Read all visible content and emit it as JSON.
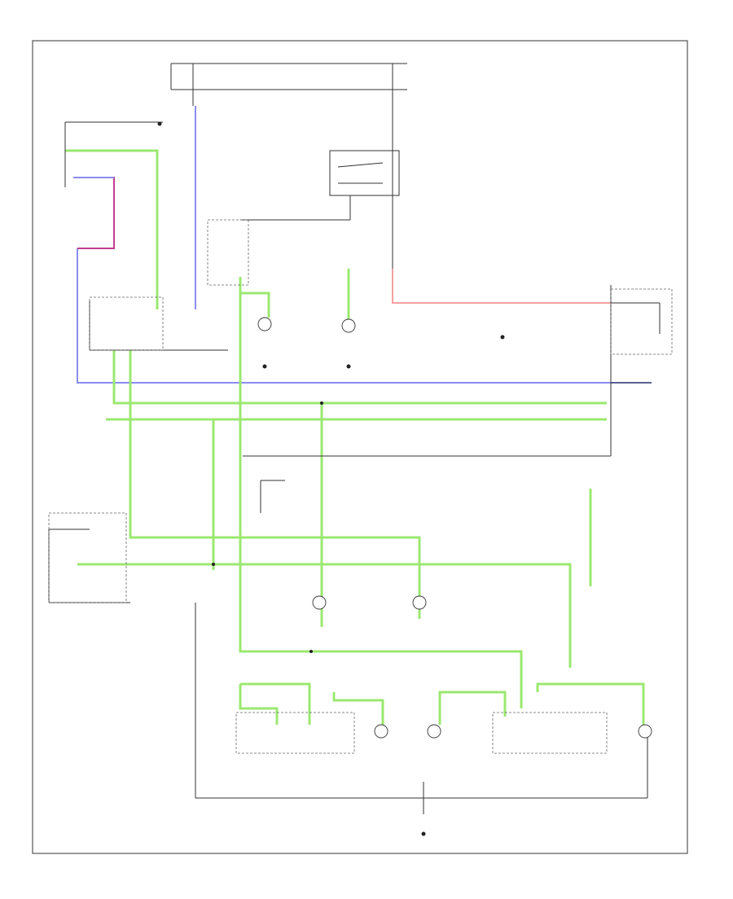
{
  "diagram": {
    "reference_id": "",
    "components": [
      {
        "id": "hot_at_all_times",
        "label": ""
      },
      {
        "id": "hot_in_run",
        "label": ""
      },
      {
        "id": "combination_switch_left",
        "label": ""
      },
      {
        "id": "hazard_switch",
        "label": ""
      },
      {
        "id": "turn_signal_relay",
        "label": ""
      },
      {
        "id": "left_front_turn_lamp",
        "label": ""
      },
      {
        "id": "right_front_turn_lamp",
        "label": ""
      },
      {
        "id": "horn_switch",
        "label": ""
      },
      {
        "id": "left_rear_combination_lamp",
        "label": ""
      },
      {
        "id": "right_rear_combination_lamp",
        "label": ""
      },
      {
        "id": "combination_meter",
        "label": ""
      },
      {
        "id": "combination_switch_right",
        "label": ""
      }
    ],
    "colors": {
      "wire_green": "#9be870",
      "wire_blue": "#8a8cf0",
      "wire_magenta": "#c23d8e",
      "wire_red": "#f08080",
      "wire_black": "#333333",
      "frame": "#555555"
    }
  }
}
